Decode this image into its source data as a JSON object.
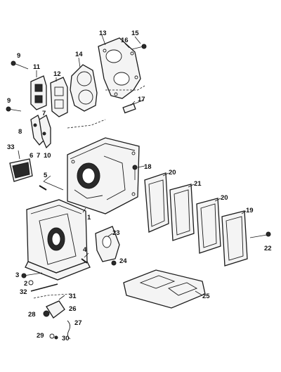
{
  "callouts": {
    "n1": "1",
    "n2": "2",
    "n3": "3",
    "n4": "4",
    "n5": "5",
    "n6": "6",
    "n7a": "7",
    "n7b": "7",
    "n8": "8",
    "n9a": "9",
    "n9b": "9",
    "n10": "10",
    "n11": "11",
    "n12": "12",
    "n13": "13",
    "n14": "14",
    "n15": "15",
    "n16": "16",
    "n17": "17",
    "n18": "18",
    "n19": "19",
    "n20a": "20",
    "n20b": "20",
    "n21": "21",
    "n22": "22",
    "n23": "23",
    "n24": "24",
    "n25": "25",
    "n26": "26",
    "n27": "27",
    "n28": "28",
    "n29": "29",
    "n30": "30",
    "n31": "31",
    "n32": "32",
    "n33": "33"
  },
  "colors": {
    "ink": "#1a1a1a",
    "paper": "#ffffff"
  }
}
